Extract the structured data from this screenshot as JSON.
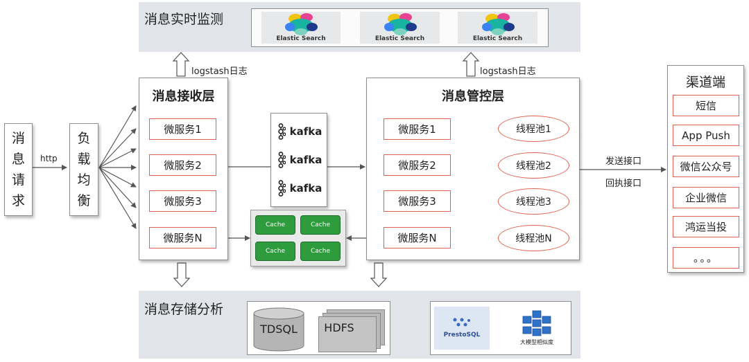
{
  "top_band": {
    "title": "消息实时监测",
    "logos": [
      {
        "name": "Elastic Search"
      },
      {
        "name": "Elastic Search"
      },
      {
        "name": "Elastic Search"
      }
    ]
  },
  "request": {
    "chars": [
      "消",
      "息",
      "请",
      "求"
    ],
    "protocol": "http"
  },
  "load_balancer": {
    "chars": [
      "负",
      "载",
      "均",
      "衡"
    ]
  },
  "receive_layer": {
    "title": "消息接收层",
    "services": [
      "微服务1",
      "微服务2",
      "微服务3",
      "微服务N"
    ],
    "log_label": "logstash日志"
  },
  "kafka": {
    "items": [
      "kafka",
      "kafka",
      "kafka"
    ]
  },
  "cache": {
    "items": [
      "Cache",
      "Cache",
      "Cache",
      "Cache"
    ]
  },
  "control_layer": {
    "title": "消息管控层",
    "services": [
      "微服务1",
      "微服务2",
      "微服务3",
      "微服务N"
    ],
    "pools": [
      "线程池1",
      "线程池2",
      "线程池3",
      "线程池N"
    ],
    "log_label": "logstash日志"
  },
  "interfaces": {
    "send": "发送接口",
    "callback": "回执接口"
  },
  "channels": {
    "title": "渠道端",
    "items": [
      "短信",
      "App Push",
      "微信公众号",
      "企业微信",
      "鸿运当投",
      "。。。"
    ]
  },
  "bottom_band": {
    "title": "消息存储分析",
    "storage": [
      "TDSQL",
      "HDFS"
    ],
    "analysis": [
      "PrestoSQL",
      "大模型相似度"
    ]
  },
  "colors": {
    "band": "#e1e5ea",
    "accent_red": "#e0614d",
    "cache_green": "#2e9b3d"
  }
}
